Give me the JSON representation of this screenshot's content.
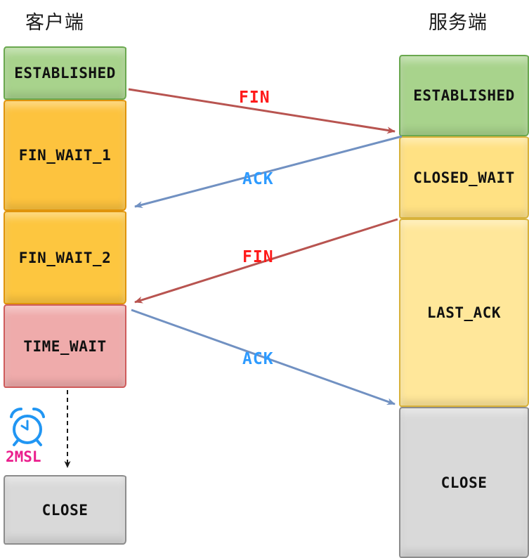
{
  "client": {
    "title": "客户端",
    "states": [
      {
        "label": "ESTABLISHED",
        "fill": "#a8d38c",
        "border": "#6aa84f"
      },
      {
        "label": "FIN_WAIT_1",
        "fill": "#fdc33e",
        "border": "#e0940b"
      },
      {
        "label": "FIN_WAIT_2",
        "fill": "#fdc63f",
        "border": "#e0940b"
      },
      {
        "label": "TIME_WAIT",
        "fill": "#efabab",
        "border": "#cf5b5b"
      },
      {
        "label": "CLOSE",
        "fill": "#d9d9d9",
        "border": "#8c8c8c"
      }
    ],
    "timer": {
      "label": "2MSL",
      "color": "#ea1e8c",
      "icon": "alarm-clock",
      "icon_color": "#2196f3"
    }
  },
  "server": {
    "title": "服务端",
    "states": [
      {
        "label": "ESTABLISHED",
        "fill": "#a8d38c",
        "border": "#6aa84f"
      },
      {
        "label": "CLOSED_WAIT",
        "fill": "#ffe183",
        "border": "#d8b23a"
      },
      {
        "label": "LAST_ACK",
        "fill": "#ffe79a",
        "border": "#d8b23a"
      },
      {
        "label": "CLOSE",
        "fill": "#d9d9d9",
        "border": "#8c8c8c"
      }
    ]
  },
  "messages": [
    {
      "label": "FIN",
      "text_color": "#ff1a1a",
      "arrow_color": "#b85450",
      "from": "client",
      "to": "server"
    },
    {
      "label": "ACK",
      "text_color": "#2e9bff",
      "arrow_color": "#7191c2",
      "from": "server",
      "to": "client"
    },
    {
      "label": "FIN",
      "text_color": "#ff1a1a",
      "arrow_color": "#b85450",
      "from": "server",
      "to": "client"
    },
    {
      "label": "ACK",
      "text_color": "#2e9bff",
      "arrow_color": "#7191c2",
      "from": "client",
      "to": "server"
    }
  ]
}
